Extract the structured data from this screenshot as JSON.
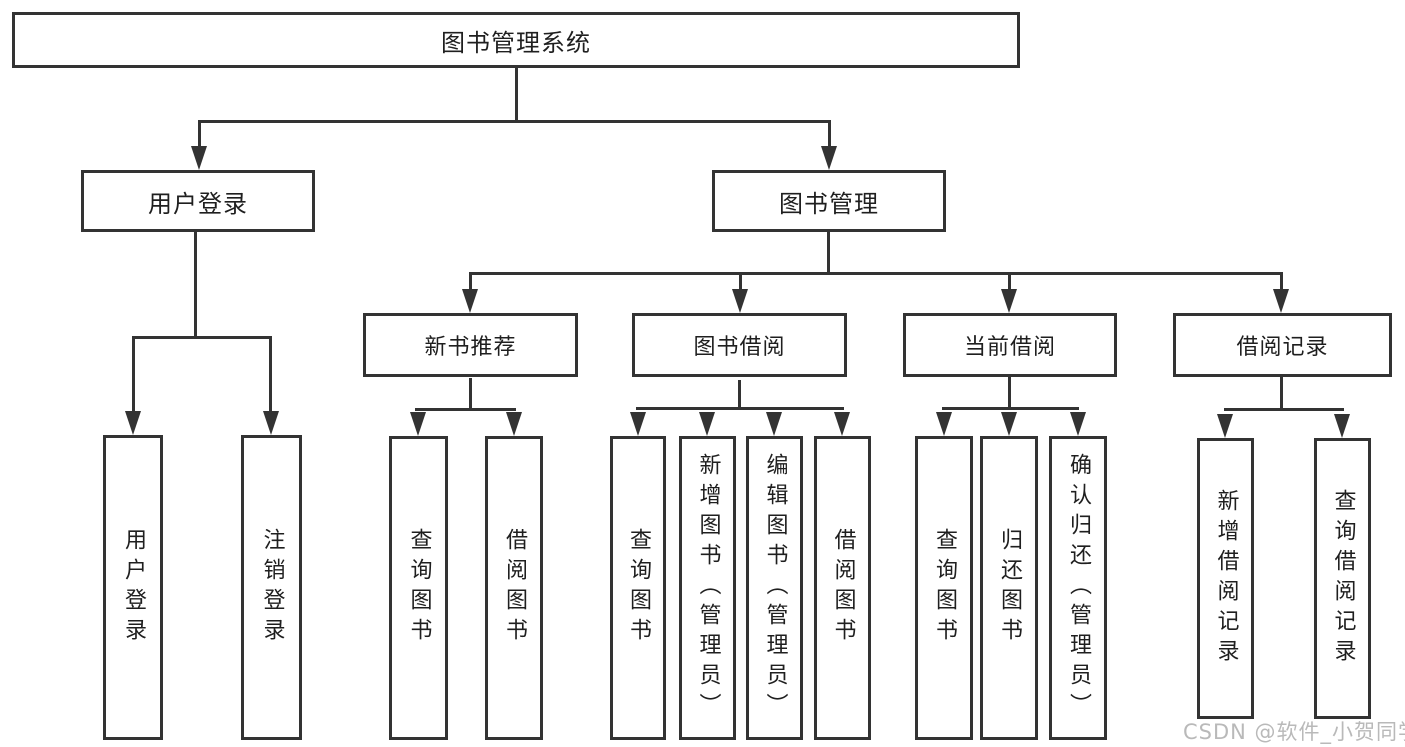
{
  "diagram_title": "图书管理系统",
  "watermark": "CSDN @软件_小贺同学",
  "colors": {
    "line": "#333333",
    "text": "#1f1f1f",
    "watermark": "#b9b9b9",
    "background": "#ffffff"
  },
  "tree": {
    "root": "图书管理系统",
    "branches": [
      {
        "label": "用户登录",
        "children": [
          "用户登录",
          "注销登录"
        ]
      },
      {
        "label": "图书管理",
        "children": [
          {
            "label": "新书推荐",
            "children": [
              "查询图书",
              "借阅图书"
            ]
          },
          {
            "label": "图书借阅",
            "children": [
              "查询图书",
              "新增图书（管理员）",
              "编辑图书（管理员）",
              "借阅图书"
            ]
          },
          {
            "label": "当前借阅",
            "children": [
              "查询图书",
              "归还图书",
              "确认归还（管理员）"
            ]
          },
          {
            "label": "借阅记录",
            "children": [
              "新增借阅记录",
              "查询借阅记录"
            ]
          }
        ]
      }
    ]
  }
}
